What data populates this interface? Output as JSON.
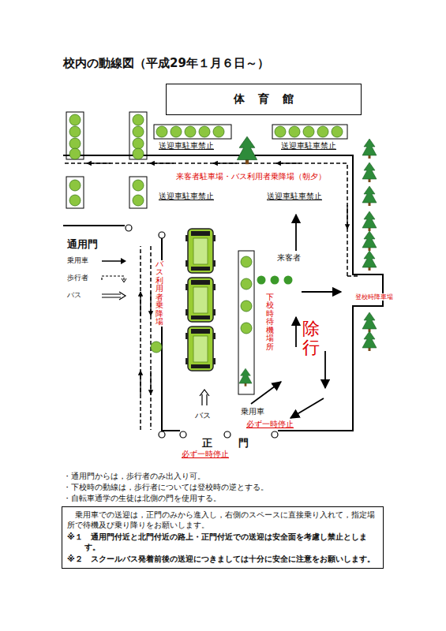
{
  "diagram": {
    "title": "校内の動線図（平成29年１月６日～）",
    "nodes": [
      {
        "text": [
          "体育館"
        ]
      },
      {
        "text": [
          "乗用車での送迎は，正門のみから進入し，右側のスペースに直接乗り入れて，指定場所で待機及び乗り降りをお願いします。",
          "※１　通用門付近と北門付近の路上・正門付近での送迎は安全面を考慮し禁止とします。",
          "※２　スクールバス発着前後の送迎につきましては十分に安全に注意をお願いします。"
        ]
      }
    ],
    "labels": [
      "送迎車駐車禁止",
      "送迎車駐車禁止",
      "来客者駐車場・バス利用者乗降場（朝夕）",
      "送迎車駐車禁止",
      "送迎車駐車禁止",
      "通用門",
      "バス利用者乗降場",
      "下校時待機場所",
      "来客者",
      "除行",
      "登校時降車場",
      "バス",
      "乗用車",
      "必ず一時停止",
      "正",
      "門",
      "必ず一時停止",
      "・通用門からは，歩行者のみ出入り可。",
      "・下校時の動線は，歩行者については登校時の逆とする。",
      "・自転車通学の生徒は北側の門を使用する。"
    ],
    "legend": [
      {
        "text": "乗用車"
      },
      {
        "text": "歩行者"
      },
      {
        "text": "バス"
      }
    ]
  }
}
